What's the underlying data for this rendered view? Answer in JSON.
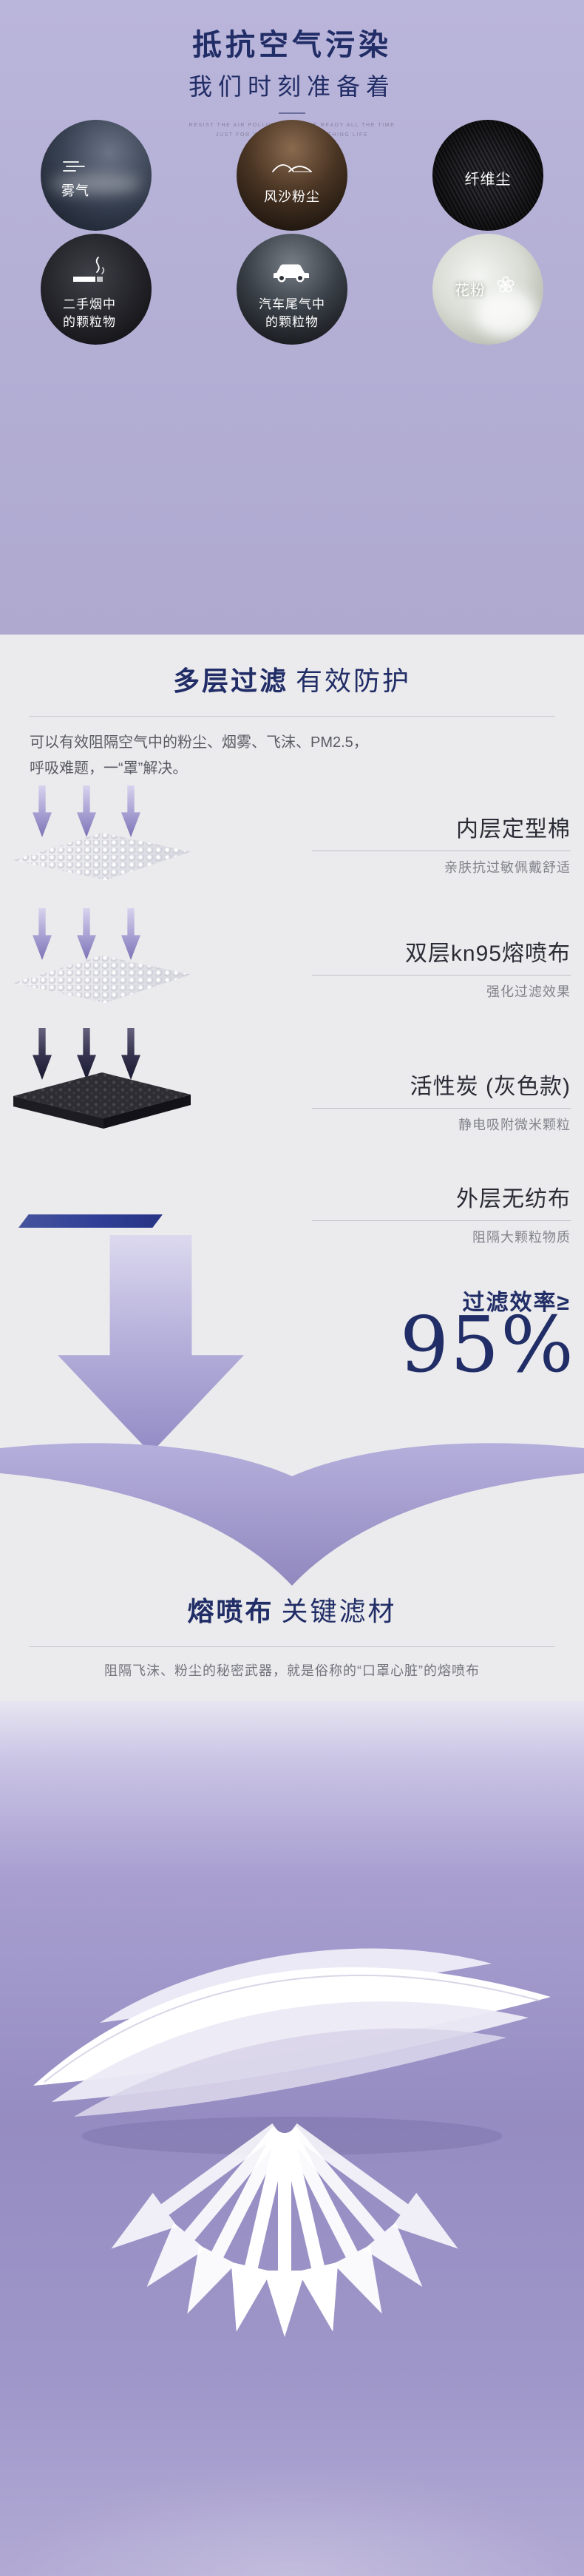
{
  "colors": {
    "navy": "#212d66",
    "lavender_bg": "#b5b0d6",
    "section_bg": "#ebebed",
    "purple_accent": "#958cc2",
    "layer_blue": "#303f96"
  },
  "hero": {
    "title": "抵抗空气污染",
    "subtitle": "我们时刻准备着",
    "tagline_line1": "RESIST THE AIR POLLUTION WE ARE READY ALL THE TIME",
    "tagline_line2": "JUST FOR YOUR HEALTHY BREATHING LIFE",
    "hazards": [
      {
        "label": "雾气",
        "icon": "fog-icon"
      },
      {
        "label": "风沙粉尘",
        "icon": "dunes-icon"
      },
      {
        "label": "纤维尘",
        "icon": "fiber-texture"
      },
      {
        "label": "二手烟中\n的颗粒物",
        "icon": "cigarette-icon"
      },
      {
        "label": "汽车尾气中\n的颗粒物",
        "icon": "car-icon"
      },
      {
        "label": "花粉",
        "icon": "flower-icon"
      }
    ]
  },
  "filter_section": {
    "title_bold": "多层过滤",
    "title_light": "有效防护",
    "description_line1": "可以有效阻隔空气中的粉尘、烟雾、飞沫、PM2.5，",
    "description_line2": "呼吸难题，一“罩”解决。",
    "layers": [
      {
        "name": "内层定型棉",
        "desc": "亲肤抗过敏佩戴舒适"
      },
      {
        "name": "双层kn95熔喷布",
        "desc": "强化过滤效果"
      },
      {
        "name": "活性炭 (灰色款)",
        "desc": "静电吸附微米颗粒"
      },
      {
        "name": "外层无纺布",
        "desc": "阻隔大颗粒物质"
      }
    ],
    "efficiency_label": "过滤效率≥",
    "efficiency_value": "95%"
  },
  "meltblown_section": {
    "title_bold": "熔喷布",
    "title_light": "关键滤材",
    "description": "阻隔飞沫、粉尘的秘密武器，就是俗称的“口罩心脏”的熔喷布"
  }
}
